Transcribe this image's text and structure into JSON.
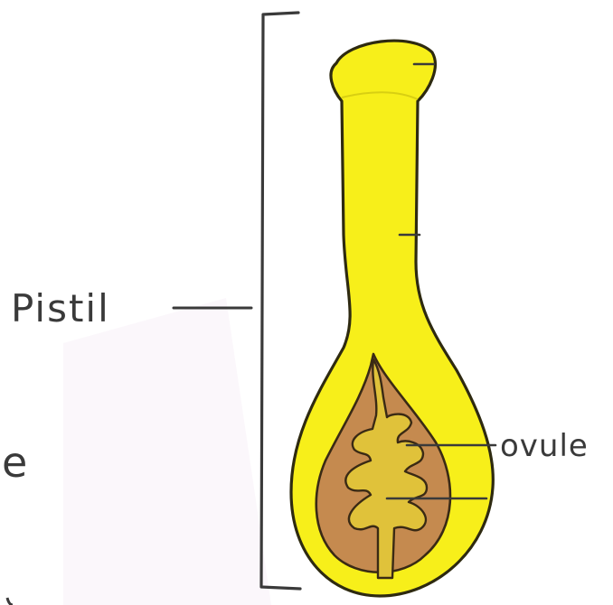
{
  "labels": {
    "pistil": "Pistil",
    "ovule": "ovule",
    "partial_left": "e"
  },
  "colors": {
    "ink": "#3a3a3a",
    "pistil_yellow": "#f7ef1a",
    "pistil_outline": "#2e2a10",
    "ovary_brown": "#c58a4f",
    "ovary_inner": "#e0c23a",
    "background": "#ffffff"
  }
}
